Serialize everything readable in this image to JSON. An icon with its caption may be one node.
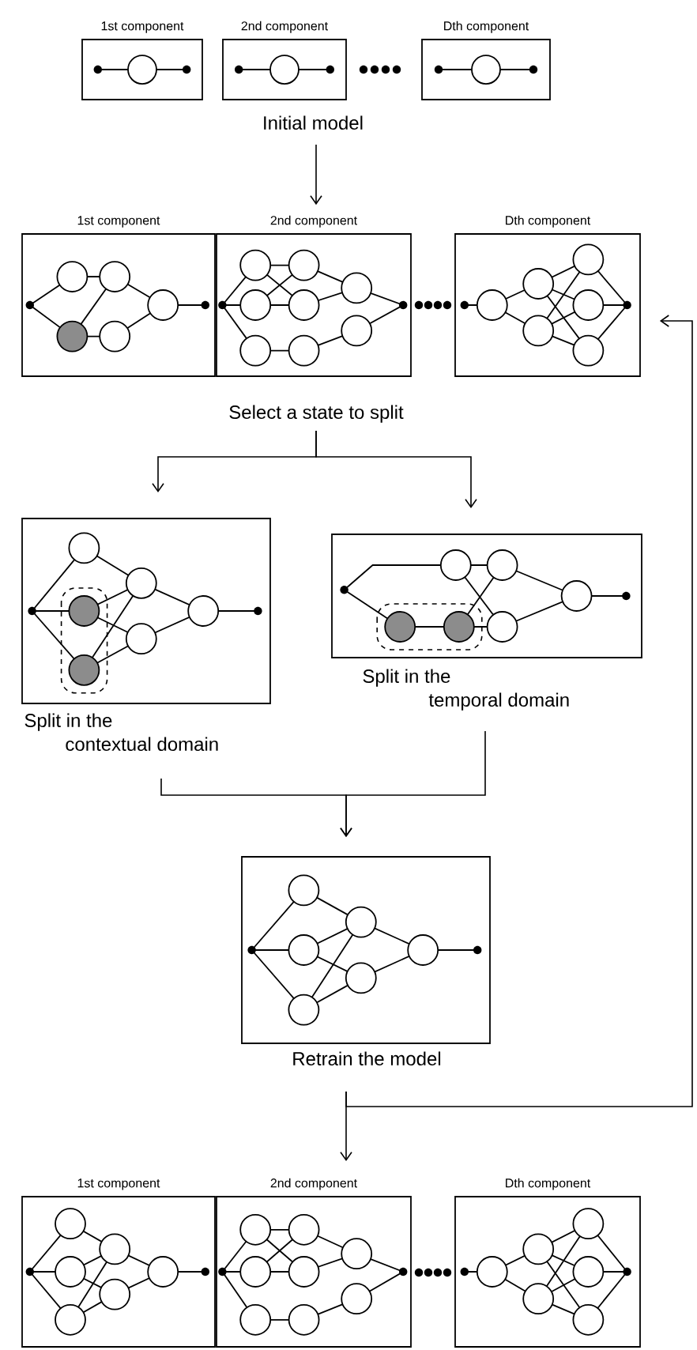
{
  "diagram": {
    "nodes": [
      {
        "text": [
          "1st component"
        ]
      },
      {
        "text": [
          "2nd component"
        ],
        "beside": [
          "Initial model"
        ]
      },
      {
        "text": [
          "Dth component"
        ]
      },
      {
        "text": [
          "1st component"
        ]
      },
      {
        "text": [
          "2nd component"
        ],
        "beside": [
          "Select a state to split"
        ]
      },
      {
        "text": [
          "Dth component"
        ]
      },
      {
        "text": [],
        "shape": "box",
        "beside": [
          "Split in the contextual domain"
        ]
      },
      {
        "text": [],
        "shape": "box",
        "beside": [
          "Split in the temporal domain"
        ]
      },
      {
        "text": [],
        "shape": "box",
        "beside": [
          "Retrain the model"
        ]
      },
      {
        "text": [
          "1st component"
        ]
      },
      {
        "text": [
          "2nd component"
        ]
      },
      {
        "text": [
          "Dth component"
        ]
      }
    ],
    "edges": [
      {
        "from": 1,
        "to": 4,
        "arrow": "to"
      },
      {
        "from": 4,
        "to": 6,
        "arrow": "to"
      },
      {
        "from": 4,
        "to": 7,
        "arrow": "to"
      },
      {
        "from": 6,
        "to": 8,
        "arrow": "to"
      },
      {
        "from": 7,
        "to": 8,
        "arrow": "to"
      },
      {
        "from": 8,
        "to": 10,
        "arrow": "to"
      },
      {
        "from": 8,
        "to": 5,
        "arrow": "to"
      }
    ]
  }
}
